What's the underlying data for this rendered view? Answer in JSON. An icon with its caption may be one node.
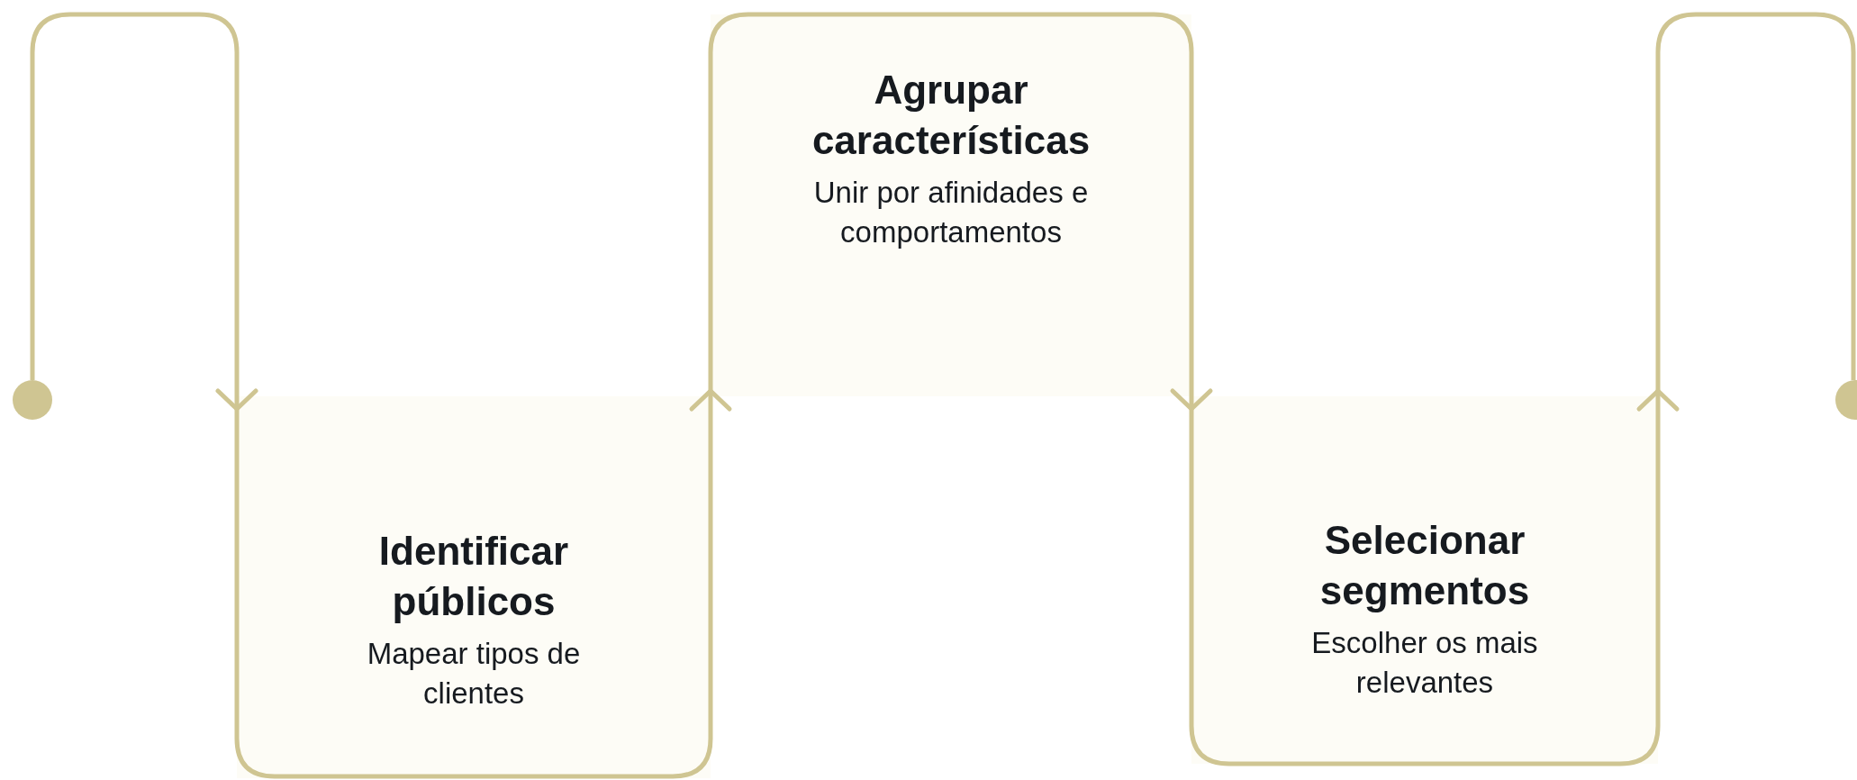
{
  "diagram": {
    "nodes": [
      {
        "text": [],
        "shape": "circle"
      },
      {
        "text": [
          "Identificar públicos",
          "Mapear tipos de clientes"
        ]
      },
      {
        "text": [
          "Agrupar características",
          "Unir por afinidades e comportamentos"
        ]
      },
      {
        "text": [
          "Selecionar segmentos",
          "Escolher os mais relevantes"
        ]
      },
      {
        "text": [],
        "shape": "circle"
      }
    ],
    "edges": [
      {
        "from": 0,
        "to": 1,
        "arrow": "to"
      },
      {
        "from": 1,
        "to": 2,
        "arrow": "to"
      },
      {
        "from": 2,
        "to": 3,
        "arrow": "to"
      },
      {
        "from": 3,
        "to": 4,
        "arrow": "to"
      }
    ]
  }
}
